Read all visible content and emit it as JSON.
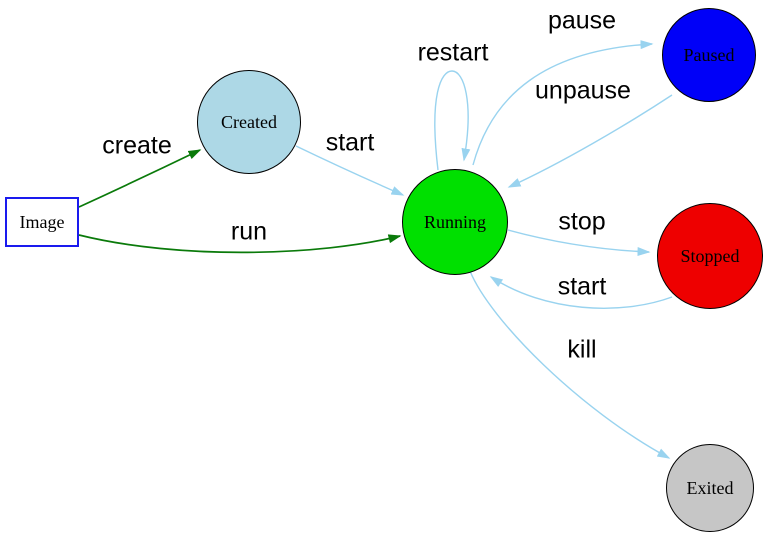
{
  "diagram": {
    "type": "state-transition-diagram",
    "subject": "container-lifecycle",
    "background": "#ffffff",
    "edge_colors": {
      "image_action": "#0a7a0a",
      "state_transition": "#99d3ef"
    },
    "nodes": {
      "image": {
        "label": "Image",
        "shape": "rect",
        "fill": "#ffffff",
        "stroke": "#1a1aee"
      },
      "created": {
        "label": "Created",
        "shape": "circle",
        "fill": "#add8e6",
        "stroke": "#000000"
      },
      "running": {
        "label": "Running",
        "shape": "circle",
        "fill": "#00e000",
        "stroke": "#000000"
      },
      "paused": {
        "label": "Paused",
        "shape": "circle",
        "fill": "#0000f8",
        "stroke": "#000000"
      },
      "stopped": {
        "label": "Stopped",
        "shape": "circle",
        "fill": "#ee0000",
        "stroke": "#000000"
      },
      "exited": {
        "label": "Exited",
        "shape": "circle",
        "fill": "#c6c6c6",
        "stroke": "#000000"
      }
    },
    "edges": [
      {
        "from": "image",
        "to": "created",
        "label": "create",
        "color": "#0a7a0a"
      },
      {
        "from": "image",
        "to": "running",
        "label": "run",
        "color": "#0a7a0a"
      },
      {
        "from": "created",
        "to": "running",
        "label": "start",
        "color": "#99d3ef"
      },
      {
        "from": "running",
        "to": "running",
        "label": "restart",
        "color": "#99d3ef"
      },
      {
        "from": "running",
        "to": "paused",
        "label": "pause",
        "color": "#99d3ef"
      },
      {
        "from": "paused",
        "to": "running",
        "label": "unpause",
        "color": "#99d3ef"
      },
      {
        "from": "running",
        "to": "stopped",
        "label": "stop",
        "color": "#99d3ef"
      },
      {
        "from": "stopped",
        "to": "running",
        "label": "start",
        "color": "#99d3ef"
      },
      {
        "from": "running",
        "to": "exited",
        "label": "kill",
        "color": "#99d3ef"
      }
    ]
  }
}
